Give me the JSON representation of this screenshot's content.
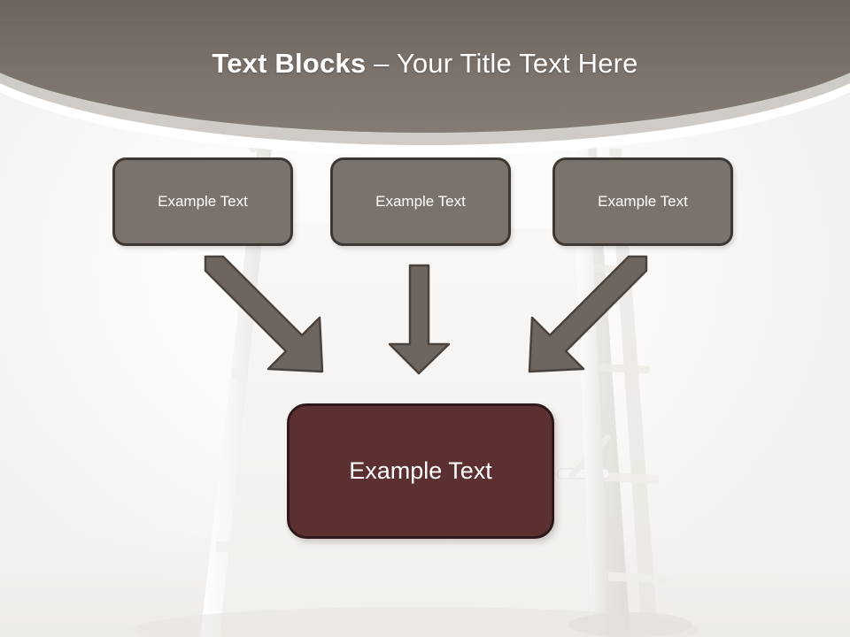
{
  "slide": {
    "title": {
      "bold_part": "Text Blocks",
      "separator": " – ",
      "light_part": "Your Title Text Here",
      "full": "Text Blocks – Your Title Text Here"
    },
    "background_description": "white step ladder / easel photograph",
    "colors": {
      "header_top": "#4f4743",
      "header_bottom": "#847b74",
      "node_fill": "#7a726c",
      "node_border": "#3c3733",
      "result_fill": "#5c3031",
      "result_border": "#2e1819",
      "arrow": "#6e655f",
      "arrow_border": "#4a423c",
      "canvas": "#f8f7f5",
      "title_text": "#ffffff"
    }
  },
  "diagram": {
    "top_nodes": [
      {
        "label": "Example Text"
      },
      {
        "label": "Example Text"
      },
      {
        "label": "Example Text"
      }
    ],
    "arrows": [
      {
        "name": "arrow-left-diagonal",
        "direction": "down-right"
      },
      {
        "name": "arrow-center-vertical",
        "direction": "down"
      },
      {
        "name": "arrow-right-diagonal",
        "direction": "down-left"
      }
    ],
    "result_node": {
      "label": "Example Text"
    }
  }
}
